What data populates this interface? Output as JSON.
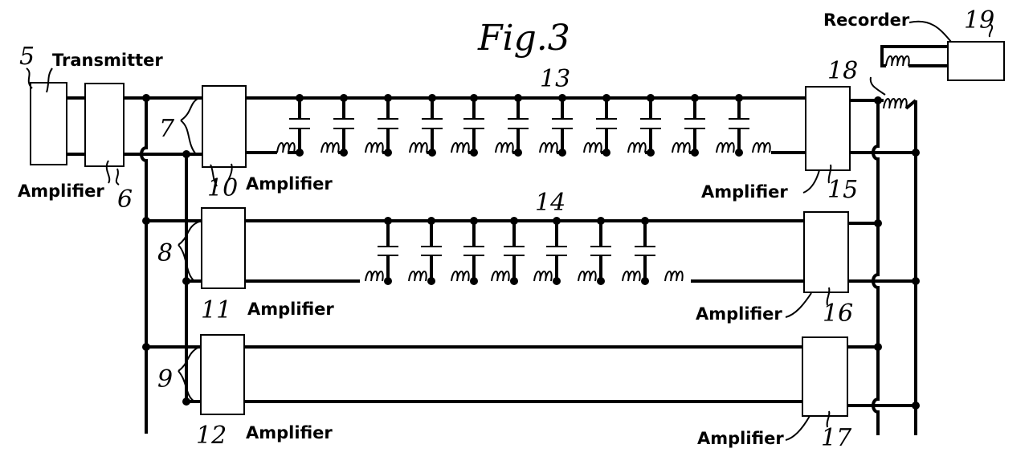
{
  "figure_title": "Fig.3",
  "labels": {
    "transmitter": "Transmitter",
    "amplifier": "Amplifier",
    "recorder": "Recorder"
  },
  "ref_numbers": {
    "n5": "5",
    "n6": "6",
    "n7": "7",
    "n8": "8",
    "n9": "9",
    "n10": "10",
    "n11": "11",
    "n12": "12",
    "n13": "13",
    "n14": "14",
    "n15": "15",
    "n16": "16",
    "n17": "17",
    "n18": "18",
    "n19": "19"
  },
  "line_13_sections": 11,
  "line_14_sections": 7
}
